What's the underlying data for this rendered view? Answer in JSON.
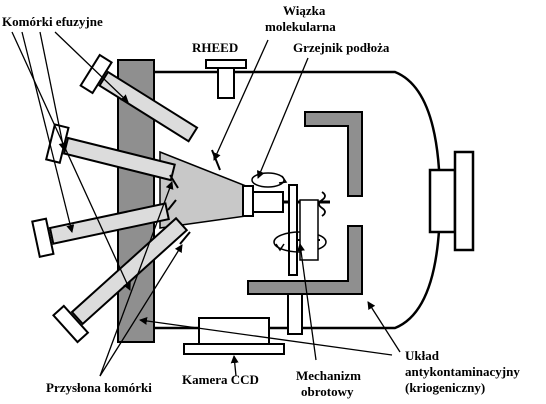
{
  "labels": {
    "effusion_cells": "Komórki efuzyjne",
    "molecular_beam_line1": "Wiązka",
    "molecular_beam_line2": "molekularna",
    "rheed": "RHEED",
    "substrate_heater": "Grzejnik podłoża",
    "cell_shutter": "Przysłona komórki",
    "ccd_camera": "Kamera CCD",
    "rotation_mechanism_line1": "Mechanizm",
    "rotation_mechanism_line2": "obrotowy",
    "cryo_system_line1": "Układ",
    "cryo_system_line2": "antykontaminacyjny",
    "cryo_system_line3": "(kriogeniczny)"
  },
  "colors": {
    "ink": "#000000",
    "wall": "#8f8f8f",
    "cell_body": "#dcdcdc",
    "beam": "#c8c8c8",
    "background": "#ffffff"
  }
}
